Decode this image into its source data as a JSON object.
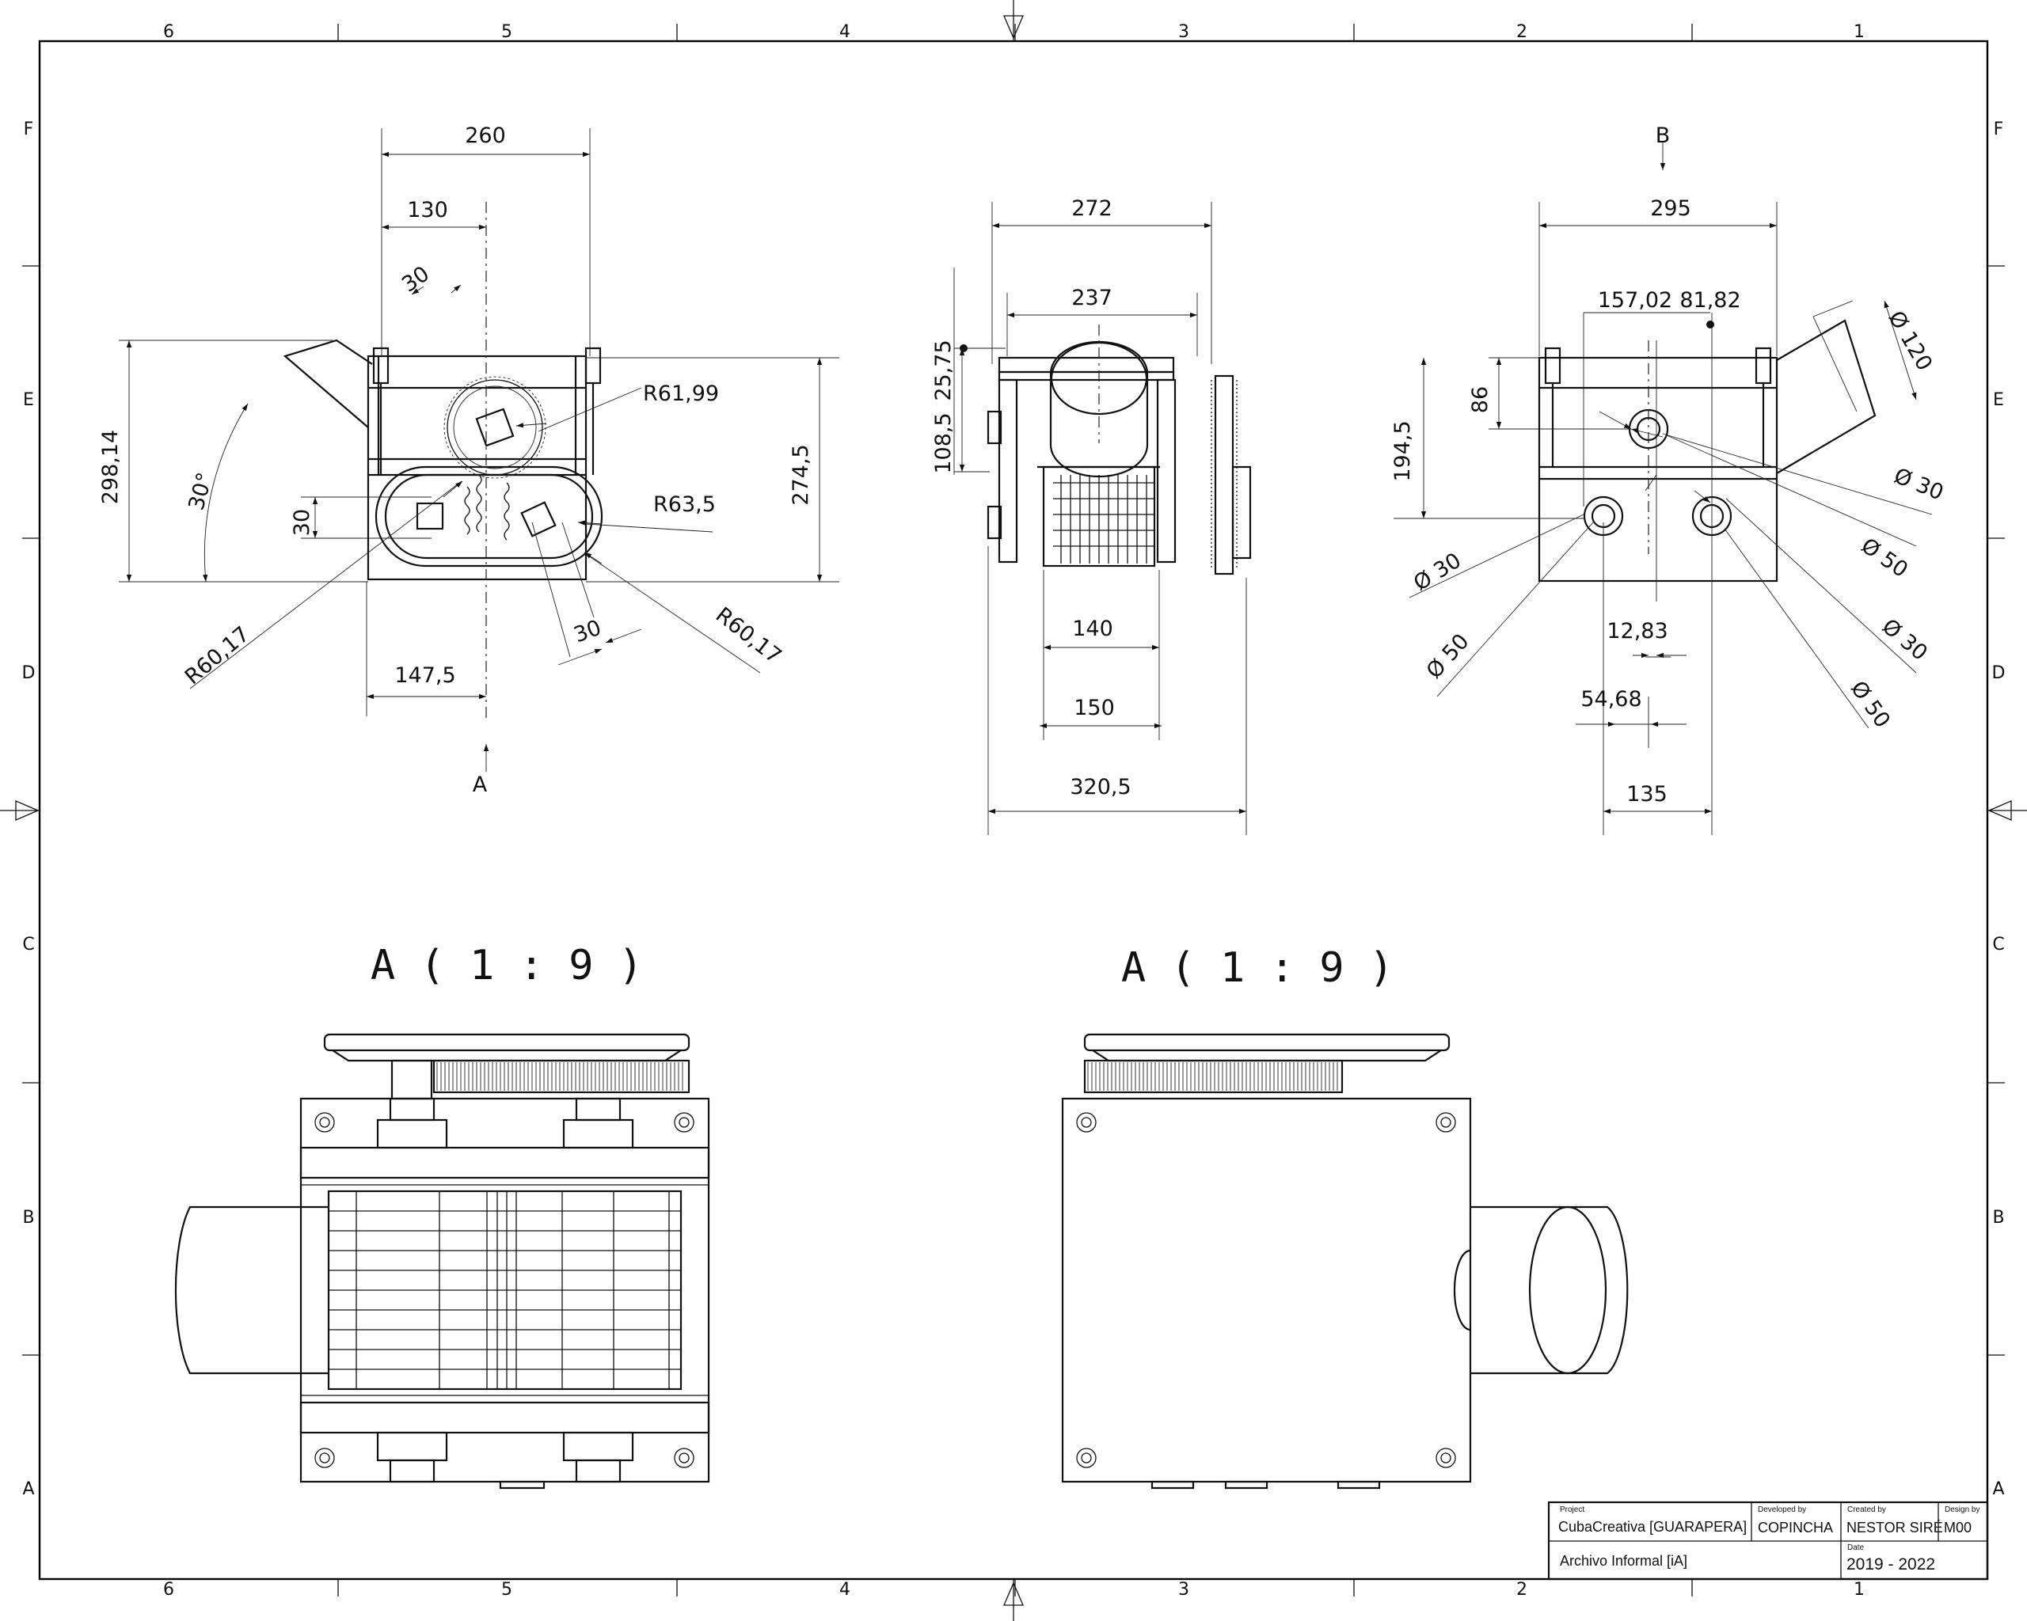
{
  "sheet": {
    "zones_columns": [
      "6",
      "5",
      "4",
      "3",
      "2",
      "1"
    ],
    "zones_rows": [
      "F",
      "E",
      "D",
      "C",
      "B",
      "A"
    ]
  },
  "front_view": {
    "dims": {
      "d260": "260",
      "d130": "130",
      "d30_top": "30",
      "r61": "R61,99",
      "d29814": "298,14",
      "ang30": "30°",
      "d30_left": "30",
      "r635": "R63,5",
      "d2745": "274,5",
      "d30_bottom": "30",
      "r6017_left": "R60,17",
      "r6017_right": "R60,17",
      "d1475": "147,5"
    },
    "section_arrow": "A"
  },
  "side_view": {
    "dims": {
      "d272": "272",
      "d237": "237",
      "d2575": "25,75",
      "d1085": "108,5",
      "d140": "140",
      "d150": "150",
      "d3205": "320,5"
    }
  },
  "right_view": {
    "section_arrow": "B",
    "dims": {
      "d295": "295",
      "d15702": "157,02",
      "d8182": "81,82",
      "dia120": "Ø 120",
      "d86": "86",
      "d1945": "194,5",
      "dia30_a": "Ø 30",
      "dia30_b": "Ø 30",
      "dia50_a": "Ø 50",
      "dia50_b": "Ø 50",
      "dia30_c": "Ø 30",
      "dia50_c": "Ø 50",
      "d1283": "12,83",
      "d5468": "54,68",
      "d135": "135"
    }
  },
  "bottom_views": {
    "label_left": "A ( 1 : 9 )",
    "label_right": "A ( 1 : 9 )"
  },
  "title_block": {
    "project_caption": "Project",
    "project": "CubaCreativa [GUARAPERA]",
    "developed_caption": "Developed by",
    "developed": "COPINCHA",
    "created_caption": "Created by",
    "created": "NESTOR SIRÉ",
    "design_caption": "Design by",
    "design": "M00",
    "subtitle": "Archivo Informal [iA]",
    "date_caption": "Date",
    "date": "2019 - 2022"
  }
}
